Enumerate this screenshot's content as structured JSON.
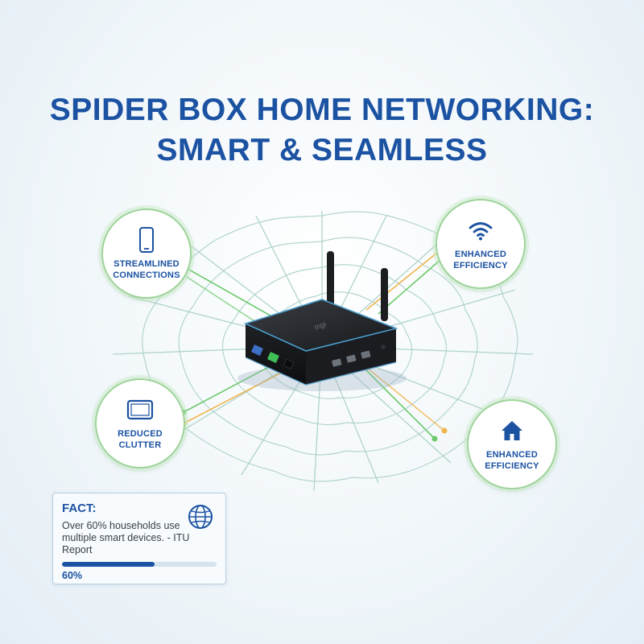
{
  "title": {
    "line1": "SPIDER BOX HOME NETWORKING:",
    "line2": "SMART & SEAMLESS"
  },
  "device": {
    "brand_mark": "Ingi"
  },
  "features": [
    {
      "label_line1": "STREAMLINED",
      "label_line2": "CONNECTIONS",
      "icon": "smartphone-icon"
    },
    {
      "label_line1": "ENHANCED",
      "label_line2": "EFFICIENCY",
      "icon": "wifi-icon"
    },
    {
      "label_line1": "REDUCED",
      "label_line2": "CLUTTER",
      "icon": "tablet-icon"
    },
    {
      "label_line1": "ENHANCED",
      "label_line2": "EFFICIENCY",
      "icon": "home-icon"
    }
  ],
  "fact": {
    "heading": "FACT:",
    "text": "Over 60% households use multiple smart devices. - ITU Report",
    "progress_fraction": 0.6,
    "progress_label": "60%",
    "icon": "globe-icon"
  },
  "colors": {
    "accent": "#1b52a2",
    "web_line": "#a8cfc5",
    "link_green": "#6cc96a",
    "link_orange": "#f1b44c",
    "circle_border": "#9fd49a"
  }
}
